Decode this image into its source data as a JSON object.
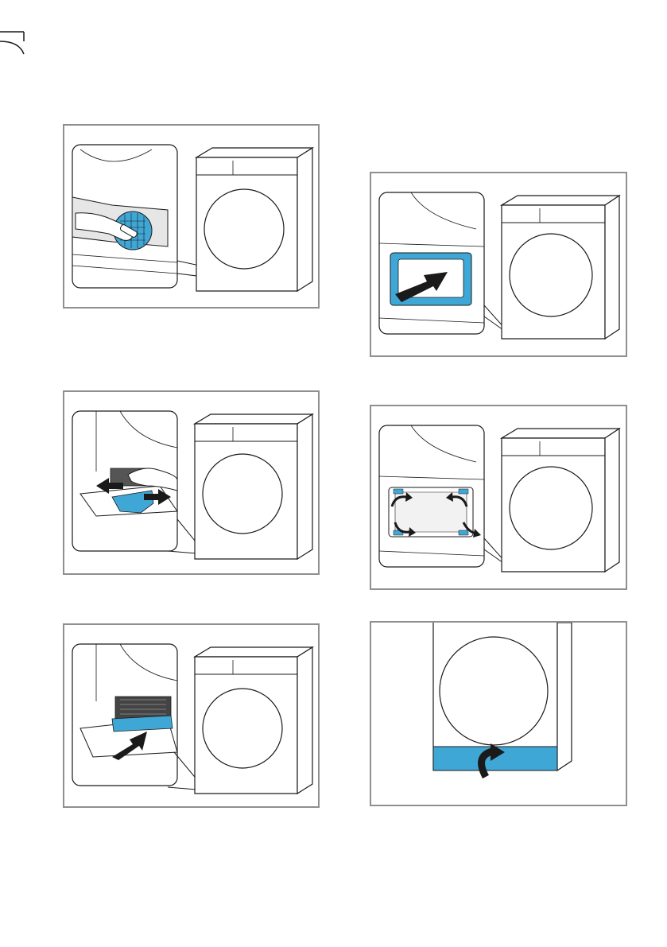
{
  "colors": {
    "accent_blue": "#3fa7d6",
    "frame_border": "#8f8f8f",
    "line": "#1a1a1a",
    "light_fill": "#e6e6e6"
  },
  "panels": [
    {
      "step": "clean-fluff-filter-brush",
      "icons": [
        "dryer-icon",
        "hand-icon",
        "filter-mesh-icon"
      ]
    },
    {
      "step": "pull-out-filter-drawer",
      "icons": [
        "dryer-icon",
        "hand-icon",
        "arrow-left-icon",
        "arrow-right-icon"
      ]
    },
    {
      "step": "insert-filter-drawer",
      "icons": [
        "dryer-icon",
        "arrow-in-icon"
      ]
    },
    {
      "step": "insert-cover-plate",
      "icons": [
        "dryer-icon",
        "arrow-in-icon"
      ]
    },
    {
      "step": "rotate-latches",
      "icons": [
        "dryer-icon",
        "curved-arrow-icon"
      ]
    },
    {
      "step": "close-maintenance-flap",
      "icons": [
        "dryer-icon",
        "curved-arrow-up-icon"
      ]
    }
  ]
}
